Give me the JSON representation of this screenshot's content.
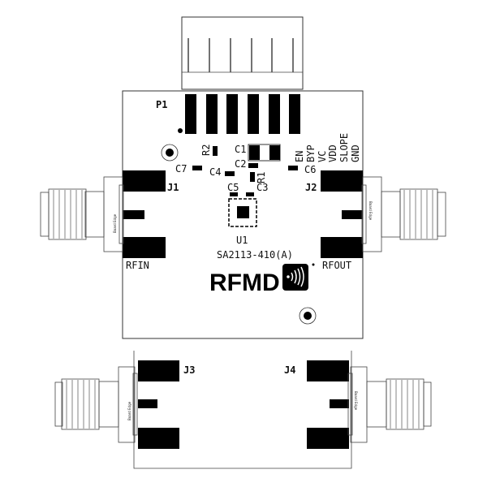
{
  "board": {
    "header_label": "P1",
    "chip_ref": "U1",
    "chip_part": "SA2113-410(A)",
    "logo_text": "RFMD",
    "connectors": {
      "j1": "J1",
      "j2": "J2",
      "j3": "J3",
      "j4": "J4"
    },
    "port_labels": {
      "rf_in": "RFIN",
      "rf_out": "RFOUT"
    },
    "board_edge_text": "Board Edge",
    "components": {
      "c1": "C1",
      "c2": "C2",
      "c3": "C3",
      "c4": "C4",
      "c5": "C5",
      "c6": "C6",
      "c7": "C7",
      "r1": "R1",
      "r2": "R2"
    },
    "pin_labels": [
      "EN",
      "BYP",
      "VC",
      "VDD",
      "SLOPE",
      "GND"
    ]
  },
  "colors": {
    "pad": "#000000",
    "outline": "#333333",
    "background": "#ffffff"
  }
}
